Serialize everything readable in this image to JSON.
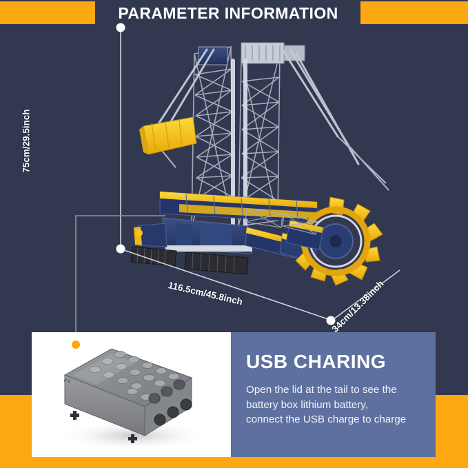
{
  "header": {
    "title": "PARAMETER INFORMATION",
    "accent_color": "#FDA712",
    "background_color": "#323850"
  },
  "dimensions": {
    "height_label": "75cm/29.5inch",
    "length_label": "116.5cm/45.8inch",
    "depth_label": "34cm/13.38inch"
  },
  "product": {
    "name": "bucket-wheel-excavator",
    "body_color": "#2b3f72",
    "accent_color": "#f4c21c",
    "frame_color": "#b9bfcb",
    "track_color": "#2a2a2e"
  },
  "usb_panel": {
    "title": "USB CHARING",
    "panel_color": "#5d709f",
    "lines": [
      "Open the lid at the tail to see the",
      "battery box lithium battery,",
      "connect the USB charge to charge"
    ]
  },
  "battery_photo": {
    "name": "battery-box-photo",
    "background": "#ffffff",
    "case_color": "#8b8d90",
    "lid_color": "#6f7276"
  },
  "callout": {
    "dot_color": "#FDA712",
    "line_color": "#9a9384"
  }
}
